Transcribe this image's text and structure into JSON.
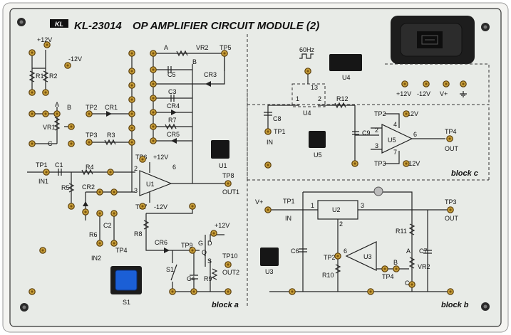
{
  "header": {
    "logo_text": "KL",
    "title": "KL-23014",
    "subtitle": "OP AMPLIFIER CIRCUIT MODULE (2)"
  },
  "blocks": {
    "a": "block a",
    "b": "block b",
    "c": "block c"
  },
  "power_labels": {
    "p12": "+12V",
    "n12": "-12V",
    "vplus": "V+"
  },
  "labels_a": {
    "r1": "R1",
    "r2": "R2",
    "vr1": "VR1",
    "a": "A",
    "b": "B",
    "c": "C",
    "tp2": "TP2",
    "cr1": "CR1",
    "tp3": "TP3",
    "r3": "R3",
    "tp1": "TP1",
    "c1": "C1",
    "in1": "IN1",
    "r4": "R4",
    "r5": "R5",
    "cr2": "CR2",
    "r6": "R6",
    "c2": "C2",
    "in2": "IN2",
    "tp4": "TP4",
    "vr2": "VR2",
    "tp5": "TP5",
    "c5": "C5",
    "cr3": "CR3",
    "c3": "C3",
    "cr4": "CR4",
    "r7": "R7",
    "cr5": "CR5",
    "tp6": "TP6",
    "tp7": "TP7",
    "u1": "U1",
    "u1b": "U1",
    "tp8": "TP8",
    "out1": "OUT1",
    "r8": "R8",
    "cr6": "CR6",
    "tp9": "TP9",
    "tp10": "TP10",
    "out2": "OUT2",
    "s1": "S1",
    "s1b": "S1",
    "c4": "C4",
    "r9": "R9",
    "q": "Q",
    "g": "G",
    "s": "S",
    "d": "D",
    "pin2": "2",
    "pin3": "3",
    "pin6": "6"
  },
  "labels_c": {
    "hz": "60Hz",
    "u4": "U4",
    "u4b": "U4",
    "c8": "C8",
    "tp1": "TP1",
    "in": "IN",
    "r12": "R12",
    "c9": "C9",
    "u5": "U5",
    "u5b": "U5",
    "tp2": "TP2",
    "tp3": "TP3",
    "tp4": "TP4",
    "out": "OUT",
    "p13": "13",
    "p1": "1",
    "p2": "2",
    "p6": "6",
    "p7": "7",
    "p3": "3",
    "p4": "4"
  },
  "labels_b": {
    "tp1": "TP1",
    "in": "IN",
    "u2": "U2",
    "p1": "1",
    "p2": "2",
    "p3": "3",
    "tp3": "TP3",
    "out": "OUT",
    "c6": "C6",
    "r11": "R11",
    "c7": "C7",
    "tp2": "TP2",
    "u3": "U3",
    "u3b": "U3",
    "r10": "R10",
    "tp4": "TP4",
    "vr2": "VR2",
    "a": "A",
    "b": "B",
    "c": "C",
    "p6": "6"
  },
  "colors": {
    "board": "#e9ece8",
    "frame": "#f7f7f4",
    "accent_button": "#1b5fd6",
    "pin": "#c9a03a"
  }
}
